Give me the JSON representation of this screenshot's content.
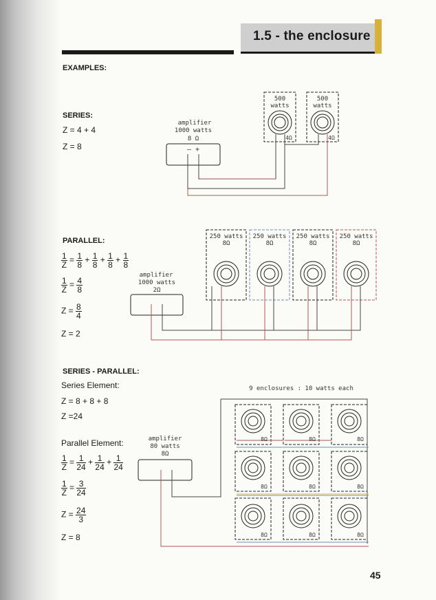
{
  "header": {
    "title": "1.5 - the enclosure"
  },
  "examples_heading": "EXAMPLES:",
  "series": {
    "heading": "SERIES:",
    "eq1": "Z = 4 + 4",
    "eq2": "Z = 8",
    "amp": [
      "amplifier",
      "1000 watts",
      "8 Ω"
    ],
    "amp_terminals": "– +",
    "speaker": [
      "500",
      "watts"
    ],
    "ohm": "4Ω"
  },
  "parallel": {
    "heading": "PARALLEL:",
    "eq1": {
      "lhs_n": "1",
      "lhs_d": "Z",
      "terms": [
        [
          "1",
          "8"
        ],
        [
          "1",
          "8"
        ],
        [
          "1",
          "8"
        ],
        [
          "1",
          "8"
        ]
      ]
    },
    "eq2": {
      "lhs_n": "1",
      "lhs_d": "Z",
      "n": "4",
      "d": "8"
    },
    "eq3": {
      "lhs": "Z =",
      "n": "8",
      "d": "4"
    },
    "eq4": "Z = 2",
    "amp": [
      "amplifier",
      "1000 watts",
      "2Ω"
    ],
    "speaker": [
      "250 watts",
      "8Ω"
    ]
  },
  "series_parallel": {
    "heading": "SERIES - PARALLEL:",
    "series_element": "Series Element:",
    "s_eq1": "Z = 8 + 8 + 8",
    "s_eq2": "Z =24",
    "parallel_element": "Parallel Element:",
    "p_eq1": {
      "lhs_n": "1",
      "lhs_d": "Z",
      "terms": [
        [
          "1",
          "24"
        ],
        [
          "1",
          "24"
        ],
        [
          "1",
          "24"
        ]
      ]
    },
    "p_eq2": {
      "lhs_n": "1",
      "lhs_d": "Z",
      "n": "3",
      "d": "24"
    },
    "p_eq3": {
      "lhs": "Z =",
      "n": "24",
      "d": "3"
    },
    "p_eq4": "Z = 8",
    "caption": "9 enclosures : 10 watts each",
    "amp": [
      "amplifier",
      "80 watts",
      "8Ω"
    ],
    "ohm": "8Ω"
  },
  "page_number": "45",
  "colors": {
    "wire_red": "#b5564d",
    "wire_blue": "#6f8fb8",
    "title_bg": "#cfcfcf",
    "accent_gold": "#d6b23a"
  }
}
